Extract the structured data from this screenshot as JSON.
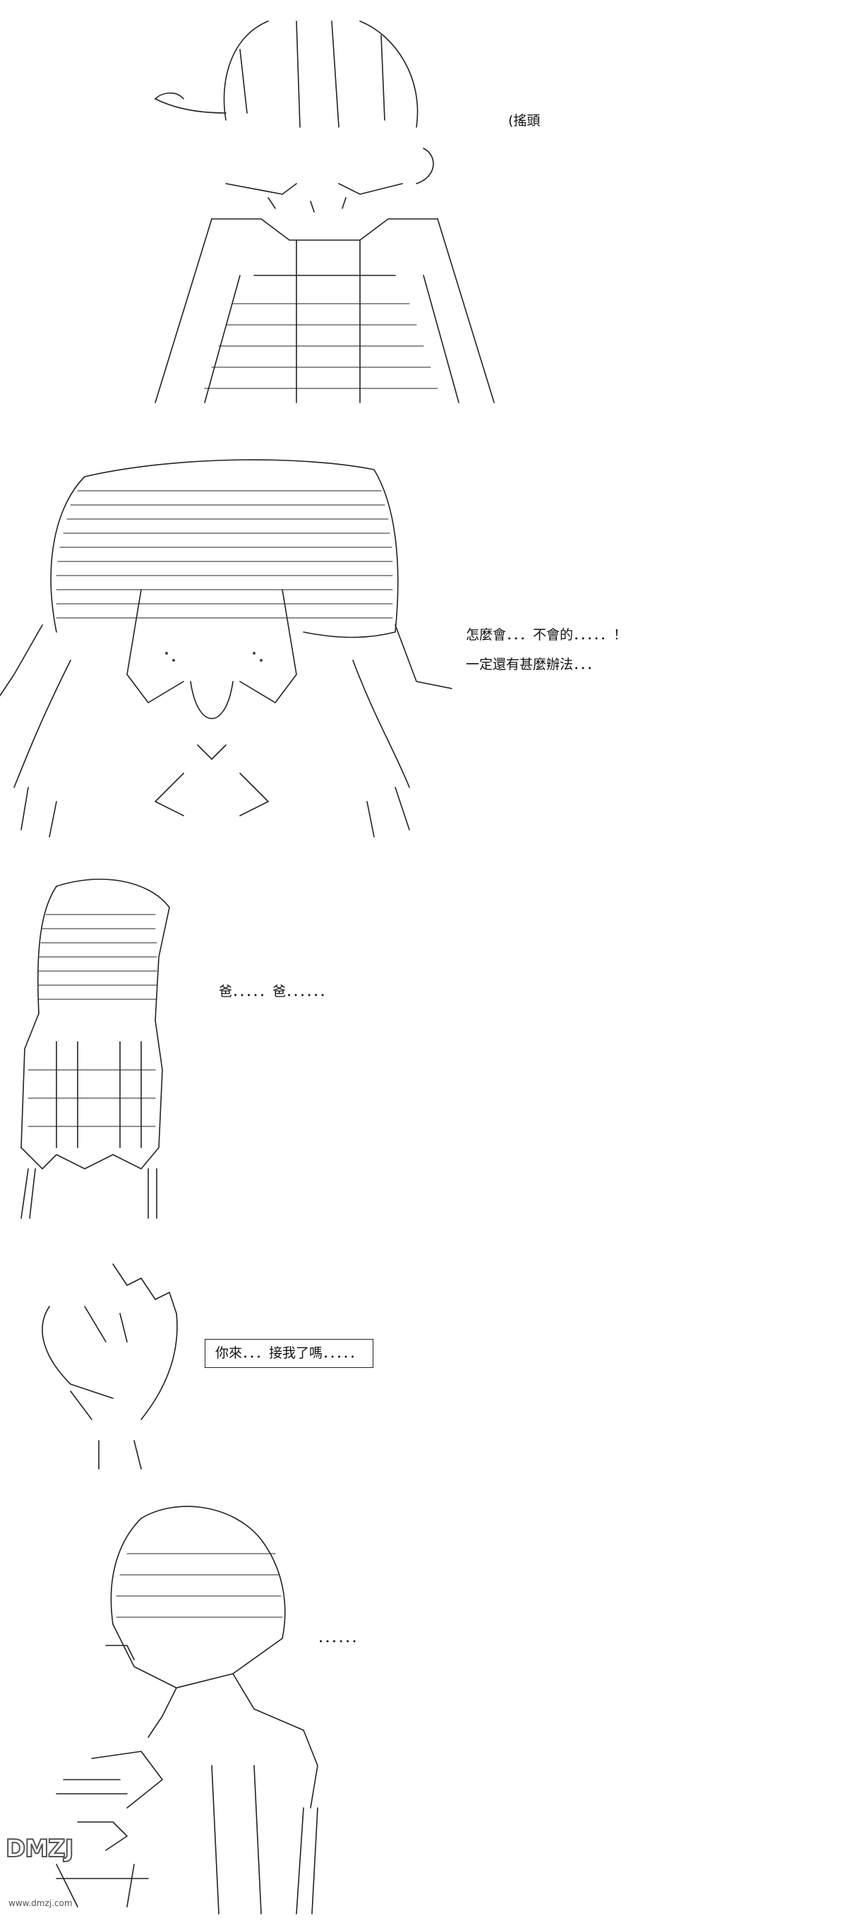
{
  "panels": [
    {
      "id": "panel-1",
      "dialogue": [
        "(搖頭"
      ]
    },
    {
      "id": "panel-2",
      "dialogue": [
        "怎麼會．．．不會的．．．．．！",
        "一定還有甚麼辦法．．．"
      ]
    },
    {
      "id": "panel-3",
      "dialogue": [
        "爸．．．．．爸．．．．．．"
      ]
    },
    {
      "id": "panel-4",
      "dialogue": [
        "你來．．．接我了嗎．．．．．"
      ]
    },
    {
      "id": "panel-5",
      "dialogue": [
        "．．．．．．"
      ]
    }
  ],
  "watermark": {
    "logo": "DMZJ",
    "sub": "www.dmzj.com"
  }
}
